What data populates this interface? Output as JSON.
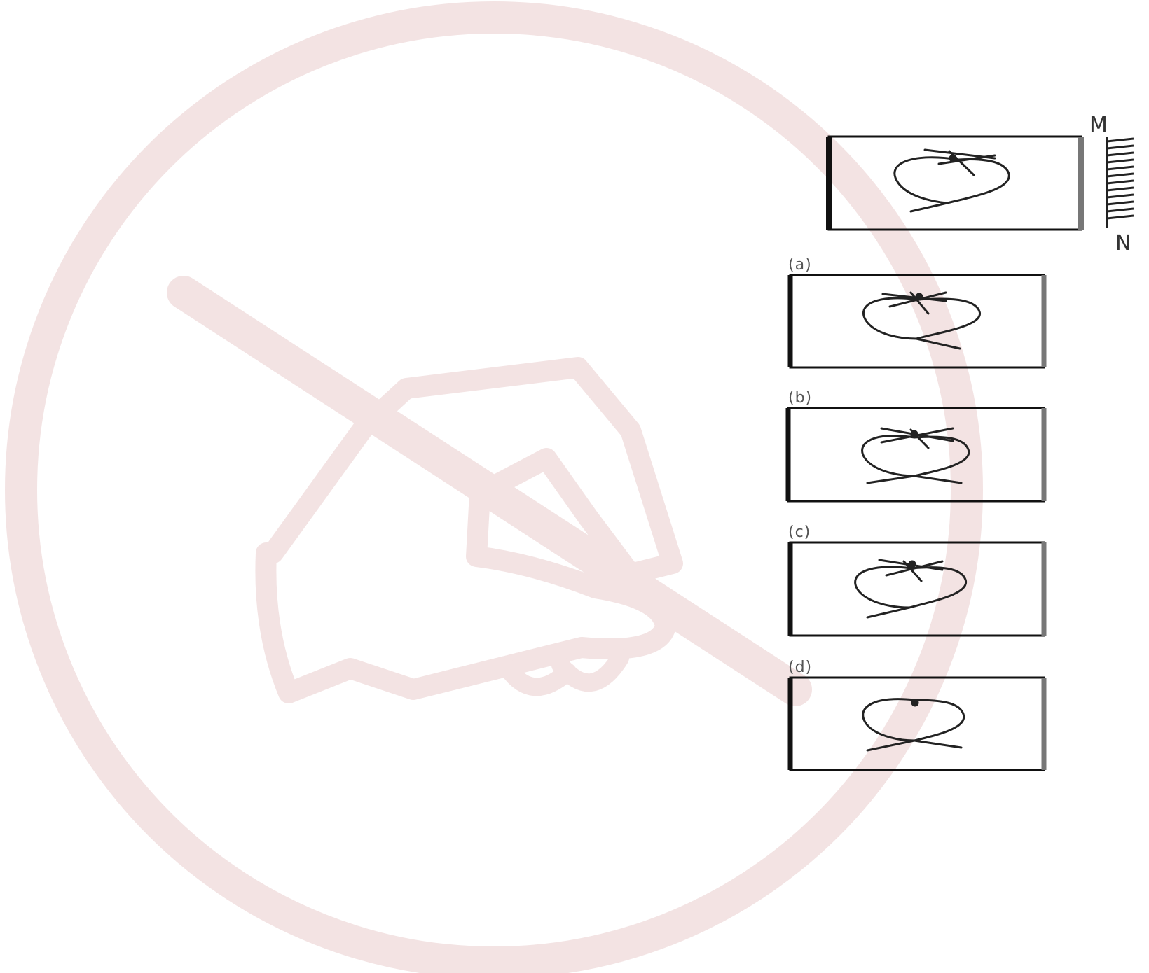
{
  "watermark": {
    "icon": "hand-writing-icon",
    "color": "#f3e3e3"
  },
  "question": {
    "mirror": {
      "top_label": "M",
      "bottom_label": "N"
    },
    "options": [
      {
        "label": "(a)"
      },
      {
        "label": "(b)"
      },
      {
        "label": "(c)"
      },
      {
        "label": "(d)"
      }
    ]
  },
  "colors": {
    "figure_stroke": "#222222",
    "frame_stroke": "#111111",
    "frame_edge": "#777777"
  }
}
